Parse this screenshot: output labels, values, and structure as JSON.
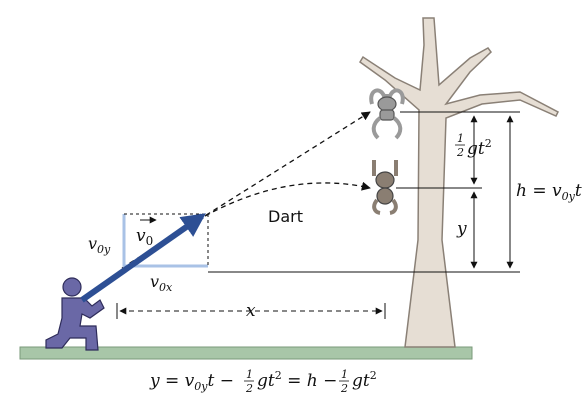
{
  "labels": {
    "dart": "Dart",
    "v0_base": "v",
    "v0_sub": "0",
    "v0y_base": "v",
    "v0y_sub": "0y",
    "v0x_base": "v",
    "v0x_sub": "0x",
    "x": "x",
    "y": "y",
    "half_num": "1",
    "half_den": "2",
    "gt2": "gt",
    "exp2": "2",
    "h_eq": "h = v",
    "h_sub": "0y",
    "h_t": "t"
  },
  "equation": {
    "p1": "y = v",
    "p1_sub": "0y",
    "p2": "t −",
    "half_num": "1",
    "half_den": "2",
    "p3": "gt",
    "p3_sup": "2",
    "p4": " = h −",
    "half2_num": "1",
    "half2_den": "2",
    "p5": "gt",
    "p5_sup": "2"
  },
  "colors": {
    "tree": "#e6ded4",
    "tree_stroke": "#8a8076",
    "ground": "#a8c6a8",
    "hunter": "#6a68a6",
    "arrow": "#2d4f94",
    "component": "#a9c2e6",
    "monkey_top": "#9a9a9a",
    "monkey_falling": "#8a7e72"
  }
}
